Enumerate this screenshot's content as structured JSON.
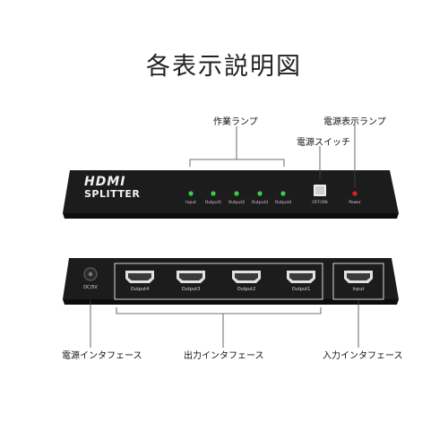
{
  "heading": "各表示説明図",
  "callouts": {
    "work_lamp": "作業ランプ",
    "power_switch": "電源スイッチ",
    "power_indicator": "電源表示ランプ",
    "power_interface": "電源インタフェース",
    "output_interface": "出力インタフェース",
    "input_interface": "入力インタフェース"
  },
  "device": {
    "logo_line1": "HDMI",
    "logo_line2": "SPLITTER",
    "led_labels": [
      "Input",
      "Output1",
      "Output2",
      "Output3",
      "Output4"
    ],
    "switch_label": "OFF/ON",
    "power_label": "Power",
    "dc_label": "DC/5V",
    "output_ports": [
      "Output4",
      "Output3",
      "Output2",
      "Output1"
    ],
    "input_port": "Input"
  },
  "colors": {
    "body": "#1a1a1a",
    "led_green": "#35d04a",
    "led_red": "#e0201c"
  }
}
